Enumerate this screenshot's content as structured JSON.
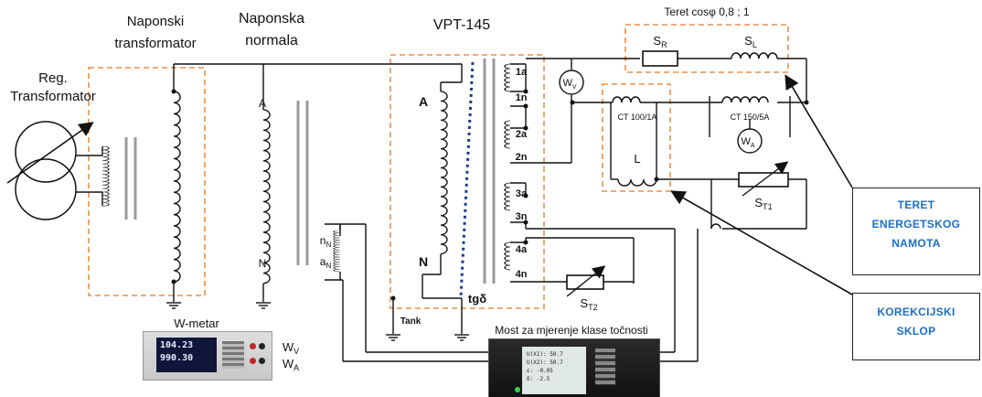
{
  "labels": {
    "reg_transformator_line1": "Reg.",
    "reg_transformator_line2": "Transformator",
    "naponski_transformator_line1": "Naponski",
    "naponski_transformator_line2": "transformator",
    "naponska_normala_line1": "Naponska",
    "naponska_normala_line2": "normala",
    "vpt": "VPT-145",
    "teret_cos": "Teret cosφ 0,8  ;  1",
    "sr": "S",
    "sr_sub": "R",
    "sl": "S",
    "sl_sub": "L",
    "wv_circle": "W",
    "wv_circle_sub": "V",
    "wa_circle": "W",
    "wa_circle_sub": "A",
    "ct1": "CT 100/1A",
    "ct2": "CT 150/5A",
    "l": "L",
    "st1": "S",
    "st1_sub": "T1",
    "st2": "S",
    "st2_sub": "T2",
    "a_primary": "A",
    "n_primary": "N",
    "a_vpt": "A",
    "n_vpt": "N",
    "nn": "n",
    "nn_sub": "N",
    "an": "a",
    "an_sub": "N",
    "t1a": "1a",
    "t1n": "1n",
    "t2a": "2a",
    "t2n": "2n",
    "t3a": "3a",
    "t3n": "3n",
    "t4a": "4a",
    "t4n": "4n",
    "tgd": "tgδ",
    "tank": "Tank",
    "wmetar": "W-metar",
    "wv_meter": "W",
    "wv_meter_sub": "V",
    "wa_meter": "W",
    "wa_meter_sub": "A",
    "most": "Most za mjerenje klase točnosti"
  },
  "callouts": {
    "teret_line1": "TERET",
    "teret_line2": "ENERGETSKOG",
    "teret_line3": "NAMOTA",
    "korekcijski_line1": "KOREKCIJSKI",
    "korekcijski_line2": "SKLOP"
  },
  "wmeter_display": {
    "line1": "104.23",
    "line2": "990.30"
  },
  "bridge_display": {
    "row1_label": "U(X1):",
    "row1_value": "50.7",
    "row2_label": "U(X2):",
    "row2_value": "50.7",
    "row3_label": "ε:",
    "row3_value": "-0.05",
    "row4_label": "δ:",
    "row4_value": "-2.5"
  },
  "colors": {
    "dashed_box": "#e8914a",
    "callout_text": "#1e6fc4",
    "wire": "#111111",
    "core": "#9a9a9a",
    "shield_dots": "#1a3c8c"
  }
}
